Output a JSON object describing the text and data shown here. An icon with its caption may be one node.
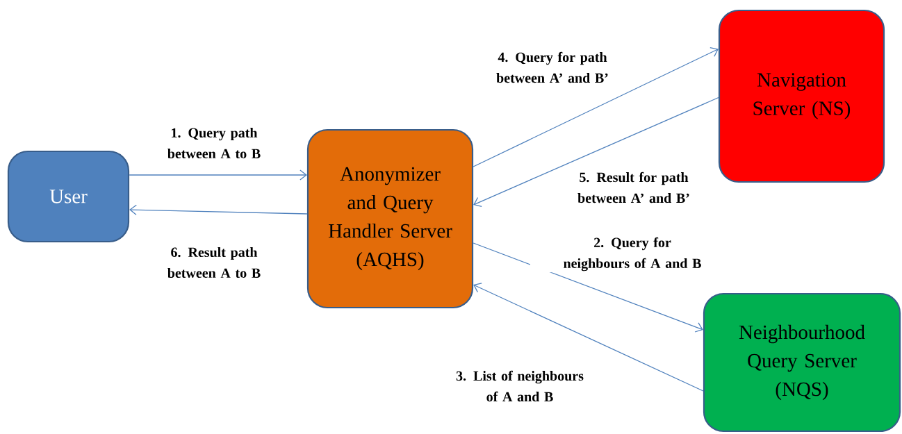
{
  "diagram": {
    "nodes": [
      {
        "text": [
          "User"
        ]
      },
      {
        "text": [
          "Anonymizer and Query Handler Server (AQHS)"
        ]
      },
      {
        "text": [
          "Navigation Server (NS)"
        ]
      },
      {
        "text": [
          "Neighbourhood Query Server (NQS)"
        ]
      }
    ],
    "edges": [
      {
        "from": 0,
        "to": 1,
        "arrow": "to",
        "label": "1. Query path between A to B"
      },
      {
        "from": 1,
        "to": 0,
        "arrow": "to",
        "label": "6. Result path between A to B"
      },
      {
        "from": 1,
        "to": 3,
        "arrow": "to",
        "label": "2. Query for neighbours of A and B"
      },
      {
        "from": 3,
        "to": 1,
        "arrow": "to",
        "label": "3. List of neighbours of A and B"
      },
      {
        "from": 1,
        "to": 2,
        "arrow": "to",
        "label": "4. Query for path between A’ and B’"
      },
      {
        "from": 2,
        "to": 1,
        "arrow": "to",
        "label": "5. Result for path between A’ and B’"
      }
    ]
  }
}
